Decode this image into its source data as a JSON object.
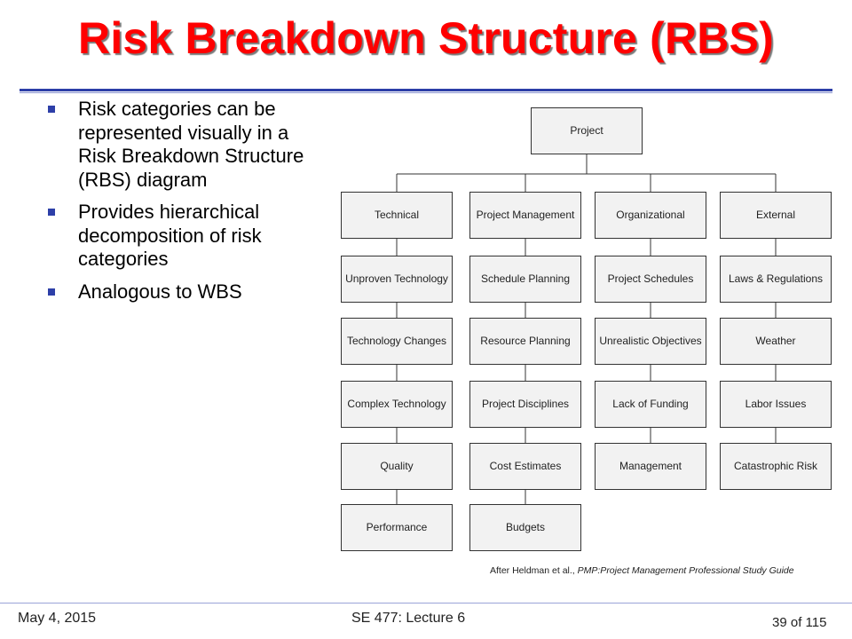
{
  "title": "Risk Breakdown Structure (RBS)",
  "bullets": [
    "Risk categories can be represented visually in a Risk Breakdown Structure (RBS) diagram",
    "Provides hierarchical decomposition of risk categories",
    "Analogous to WBS"
  ],
  "diagram": {
    "root": "Project",
    "categories": [
      {
        "label": "Technical",
        "items": [
          "Unproven Technology",
          "Technology Changes",
          "Complex Technology",
          "Quality",
          "Performance"
        ]
      },
      {
        "label": "Project Management",
        "items": [
          "Schedule Planning",
          "Resource Planning",
          "Project Disciplines",
          "Cost Estimates",
          "Budgets"
        ]
      },
      {
        "label": "Organizational",
        "items": [
          "Project Schedules",
          "Unrealistic Objectives",
          "Lack of Funding",
          "Management"
        ]
      },
      {
        "label": "External",
        "items": [
          "Laws & Regulations",
          "Weather",
          "Labor Issues",
          "Catastrophic Risk"
        ]
      }
    ]
  },
  "caption": {
    "prefix": "After Heldman et al., ",
    "source": "PMP:Project Management Professional Study Guide"
  },
  "footer": {
    "date": "May 4, 2015",
    "lecture": "SE 477: Lecture 6",
    "page": "39 of 115"
  }
}
